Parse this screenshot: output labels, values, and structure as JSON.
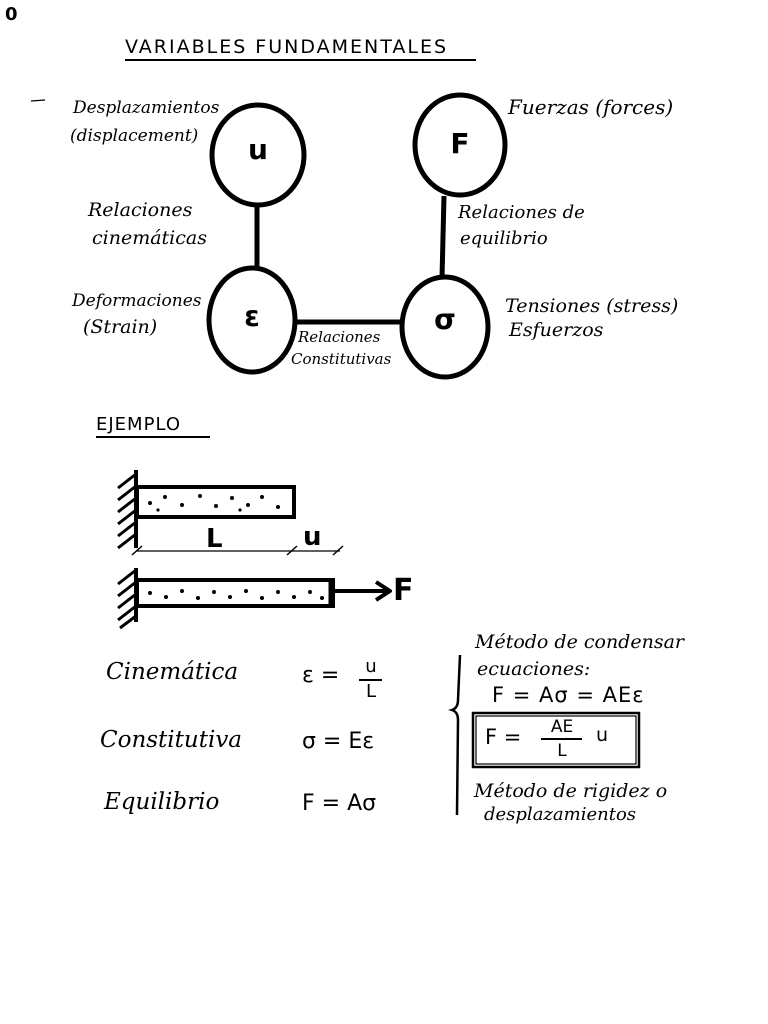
{
  "page_mark": "0",
  "title": "VARIABLES FUNDAMENTALES",
  "diagram": {
    "u_symbol": "u",
    "f_symbol": "F",
    "strain_symbol": "ε",
    "stress_symbol": "σ",
    "u_label_line1": "Desplazamientos",
    "u_label_line2": "(displacement)",
    "f_label": "Fuerzas (forces)",
    "kin_label_line1": "Relaciones",
    "kin_label_line2": "cinemáticas",
    "eq_label_line1": "Relaciones de",
    "eq_label_line2": "equilibrio",
    "strain_label_line1": "Deformaciones",
    "strain_label_line2": "(Strain)",
    "stress_label_line1": "Tensiones (stress)",
    "stress_label_line2": "Esfuerzos",
    "const_label_line1": "Relaciones",
    "const_label_line2": "Constitutivas"
  },
  "example": {
    "heading": "EJEMPLO",
    "dim_L": "L",
    "dim_u": "u",
    "force": "F"
  },
  "equations": {
    "kin_name": "Cinemática",
    "kin_lhs": "ε =",
    "kin_num": "u",
    "kin_den": "L",
    "const_name": "Constitutiva",
    "const_eq": "σ = Eε",
    "equil_name": "Equilibrio",
    "equil_eq": "F = Aσ"
  },
  "method": {
    "line1": "Método de condensar",
    "line2": "ecuaciones:",
    "eq1": "F = Aσ = AEε",
    "boxed_lhs": "F =",
    "boxed_num": "AE",
    "boxed_den": "L",
    "boxed_rhs": "u",
    "line3": "Método de rigidez o",
    "line4": "desplazamientos"
  }
}
